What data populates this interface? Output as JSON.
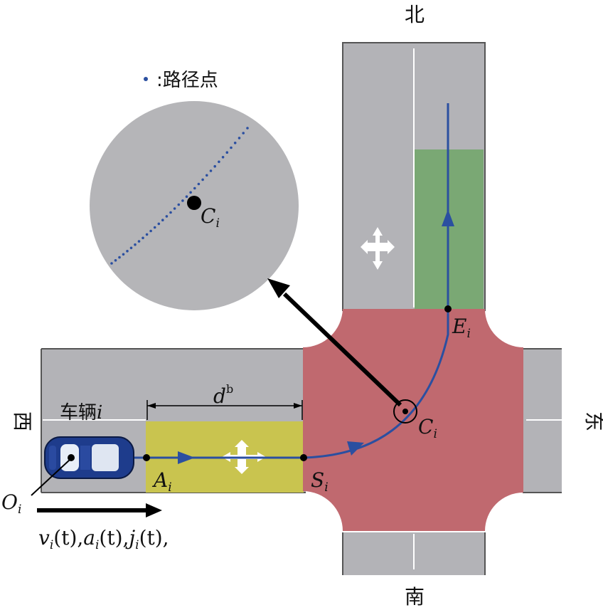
{
  "compass": {
    "north": "北",
    "south": "南",
    "west": "西",
    "east": "东"
  },
  "legend": {
    "dot_label": ":路径点"
  },
  "vehicle_label": "车辆",
  "vehicle_label_index": "i",
  "distance_label": "d",
  "distance_superscript": "b",
  "points": {
    "O": {
      "letter": "O",
      "sub": "i"
    },
    "A": {
      "letter": "A",
      "sub": "i"
    },
    "S": {
      "letter": "S",
      "sub": "i"
    },
    "C": {
      "letter": "C",
      "sub": "i"
    },
    "E": {
      "letter": "E",
      "sub": "i"
    },
    "C_zoom": {
      "letter": "C",
      "sub": "i"
    }
  },
  "motion_label": "vᵢ(t),aᵢ(t),jᵢ(t),",
  "motion": {
    "v": "v",
    "a": "a",
    "j": "j",
    "sub": "i",
    "arg": "(t)",
    "sep": ","
  },
  "colors": {
    "road": "#b3b3b7",
    "conflict_zone": "#c0696f",
    "approach_zone": "#c9c44f",
    "exit_zone": "#7aa874",
    "path": "#2b4fa0",
    "zoom_circle": "#b5b5b8"
  }
}
